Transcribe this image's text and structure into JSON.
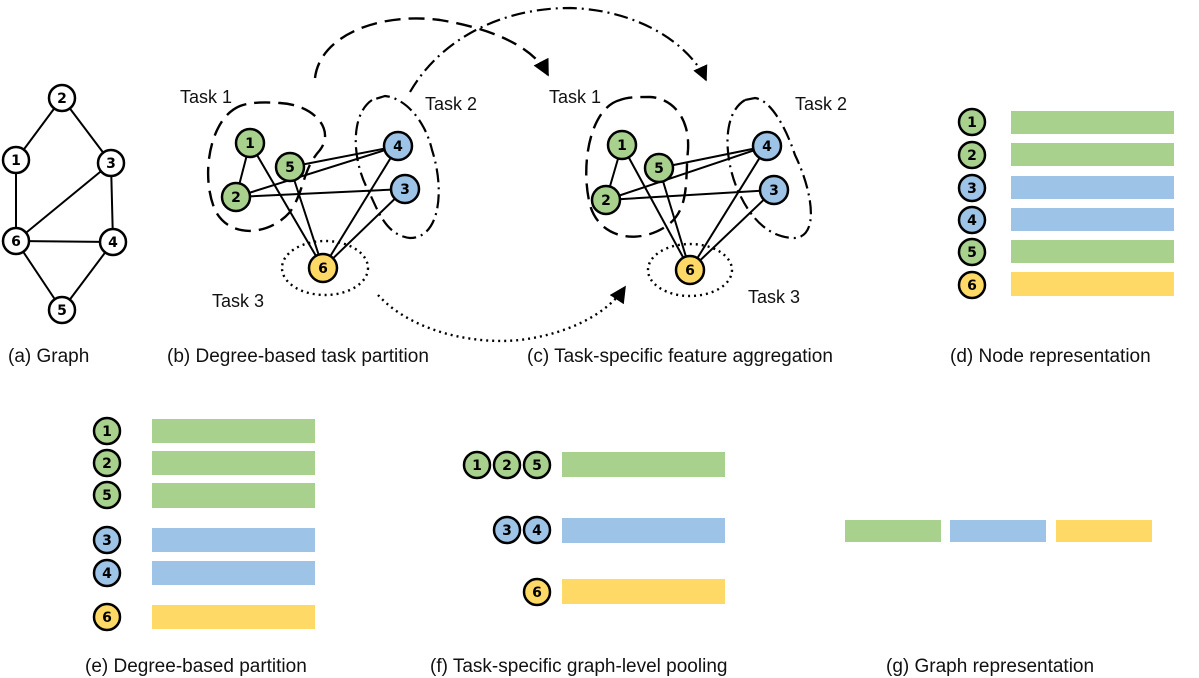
{
  "colors": {
    "green_node": "#a9d18e",
    "blue_node": "#9dc3e6",
    "yellow_node": "#ffd966",
    "green_bar": "#a9d18e",
    "blue_bar": "#9dc3e6",
    "yellow_bar": "#ffd966"
  },
  "captions": {
    "a": "(a) Graph",
    "b": "(b) Degree-based task partition",
    "c": "(c) Task-specific feature aggregation",
    "d": "(d) Node representation",
    "e": "(e) Degree-based partition",
    "f": "(f) Task-specific graph-level pooling",
    "g": "(g) Graph representation"
  },
  "task_labels": {
    "b_task1": "Task 1",
    "b_task2": "Task 2",
    "b_task3": "Task 3",
    "c_task1": "Task 1",
    "c_task2": "Task 2",
    "c_task3": "Task 3"
  },
  "graph": {
    "nodes": [
      "1",
      "2",
      "3",
      "4",
      "5",
      "6"
    ],
    "edges": [
      [
        "2",
        "1"
      ],
      [
        "2",
        "3"
      ],
      [
        "1",
        "6"
      ],
      [
        "3",
        "6"
      ],
      [
        "3",
        "4"
      ],
      [
        "6",
        "4"
      ],
      [
        "6",
        "5"
      ],
      [
        "4",
        "5"
      ]
    ]
  },
  "partition_graph": {
    "edges": [
      [
        "1",
        "2"
      ],
      [
        "1",
        "6"
      ],
      [
        "2",
        "3"
      ],
      [
        "5",
        "4"
      ],
      [
        "5",
        "6"
      ],
      [
        "4",
        "6"
      ],
      [
        "3",
        "6"
      ],
      [
        "4",
        "2"
      ]
    ]
  },
  "node_representation": [
    "1",
    "2",
    "3",
    "4",
    "5",
    "6"
  ],
  "degree_partition": {
    "group1": [
      "1",
      "2",
      "5"
    ],
    "group2": [
      "3",
      "4"
    ],
    "group3": [
      "6"
    ]
  },
  "pooling_groups": [
    [
      "1",
      "2",
      "5"
    ],
    [
      "3",
      "4"
    ],
    [
      "6"
    ]
  ],
  "graph_representation": [
    "green",
    "blue",
    "yellow"
  ]
}
